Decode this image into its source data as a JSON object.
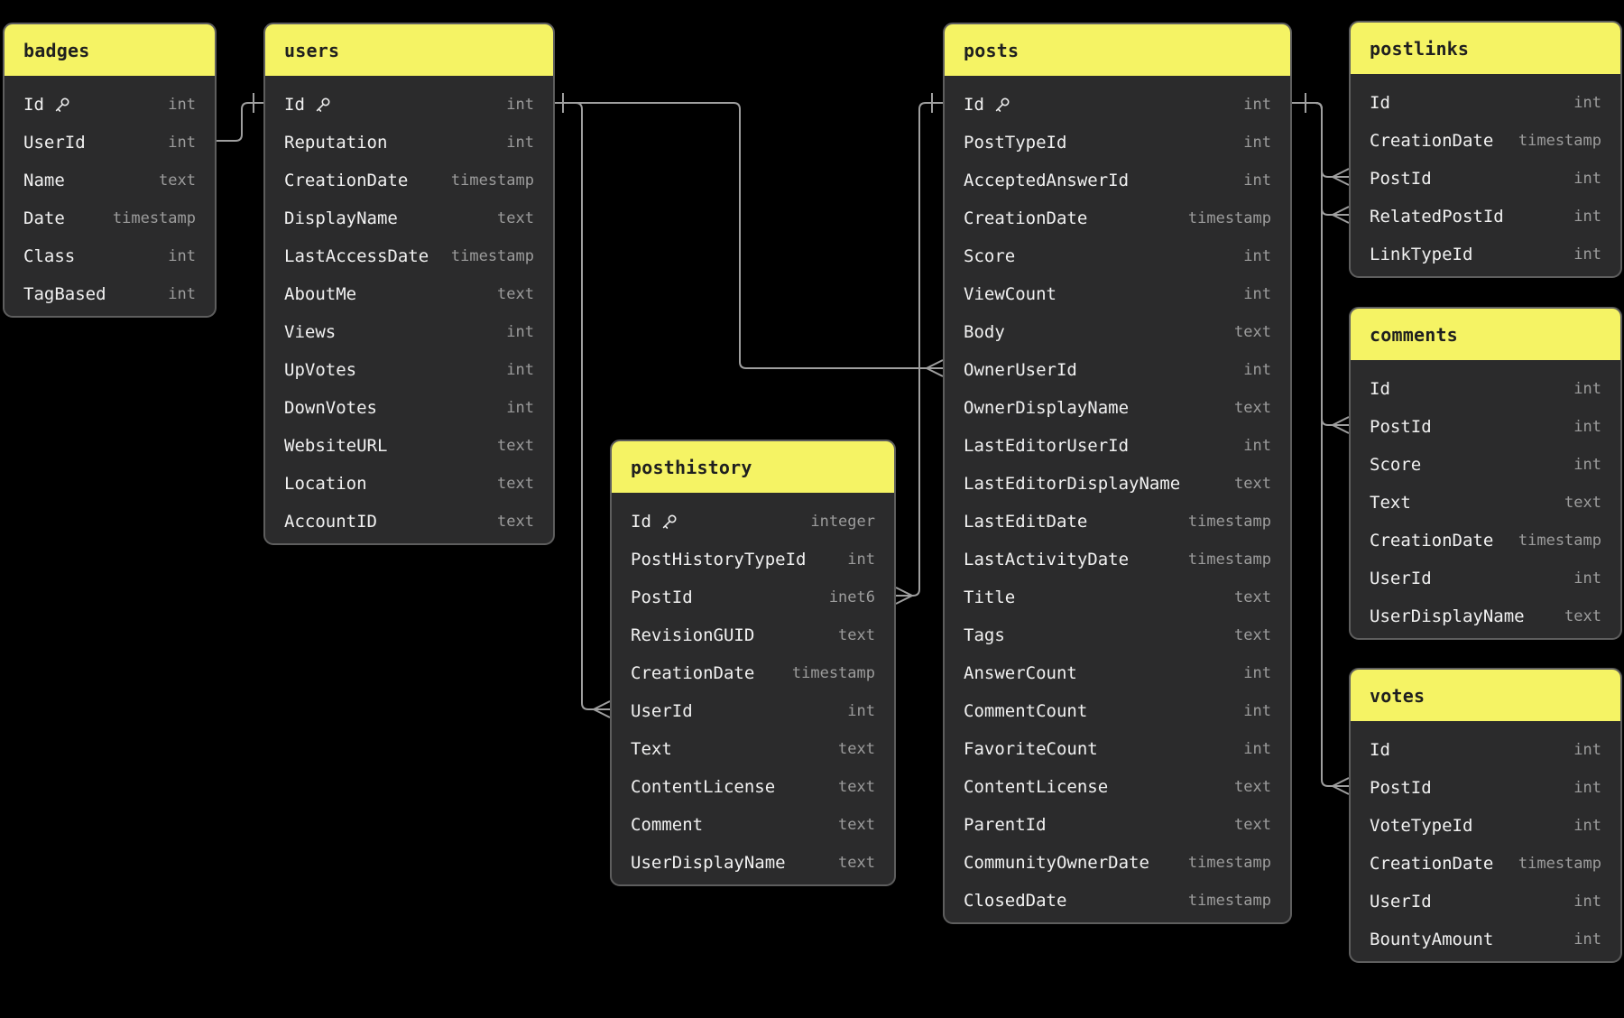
{
  "app": {
    "background": "#000000"
  },
  "colors": {
    "table_header": "#f5f364",
    "table_header_text": "#1f1f1f",
    "table_body": "#2b2b2c",
    "table_border": "#5e5e5e",
    "column_name_text": "#f1f1f1",
    "column_type_text": "#9c9c9c",
    "relationship_line": "#9f9f9f"
  },
  "diagram": {
    "tables": [
      {
        "name": "badges",
        "columns": [
          {
            "name": "Id",
            "type": "int",
            "primary_key": true
          },
          {
            "name": "UserId",
            "type": "int"
          },
          {
            "name": "Name",
            "type": "text"
          },
          {
            "name": "Date",
            "type": "timestamp"
          },
          {
            "name": "Class",
            "type": "int"
          },
          {
            "name": "TagBased",
            "type": "int"
          }
        ]
      },
      {
        "name": "users",
        "columns": [
          {
            "name": "Id",
            "type": "int",
            "primary_key": true
          },
          {
            "name": "Reputation",
            "type": "int"
          },
          {
            "name": "CreationDate",
            "type": "timestamp"
          },
          {
            "name": "DisplayName",
            "type": "text"
          },
          {
            "name": "LastAccessDate",
            "type": "timestamp"
          },
          {
            "name": "AboutMe",
            "type": "text"
          },
          {
            "name": "Views",
            "type": "int"
          },
          {
            "name": "UpVotes",
            "type": "int"
          },
          {
            "name": "DownVotes",
            "type": "int"
          },
          {
            "name": "WebsiteURL",
            "type": "text"
          },
          {
            "name": "Location",
            "type": "text"
          },
          {
            "name": "AccountID",
            "type": "text"
          }
        ]
      },
      {
        "name": "posthistory",
        "columns": [
          {
            "name": "Id",
            "type": "integer",
            "primary_key": true
          },
          {
            "name": "PostHistoryTypeId",
            "type": "int"
          },
          {
            "name": "PostId",
            "type": "inet6"
          },
          {
            "name": "RevisionGUID",
            "type": "text"
          },
          {
            "name": "CreationDate",
            "type": "timestamp"
          },
          {
            "name": "UserId",
            "type": "int"
          },
          {
            "name": "Text",
            "type": "text"
          },
          {
            "name": "ContentLicense",
            "type": "text"
          },
          {
            "name": "Comment",
            "type": "text"
          },
          {
            "name": "UserDisplayName",
            "type": "text"
          }
        ]
      },
      {
        "name": "posts",
        "columns": [
          {
            "name": "Id",
            "type": "int",
            "primary_key": true
          },
          {
            "name": "PostTypeId",
            "type": "int"
          },
          {
            "name": "AcceptedAnswerId",
            "type": "int"
          },
          {
            "name": "CreationDate",
            "type": "timestamp"
          },
          {
            "name": "Score",
            "type": "int"
          },
          {
            "name": "ViewCount",
            "type": "int"
          },
          {
            "name": "Body",
            "type": "text"
          },
          {
            "name": "OwnerUserId",
            "type": "int"
          },
          {
            "name": "OwnerDisplayName",
            "type": "text"
          },
          {
            "name": "LastEditorUserId",
            "type": "int"
          },
          {
            "name": "LastEditorDisplayName",
            "type": "text"
          },
          {
            "name": "LastEditDate",
            "type": "timestamp"
          },
          {
            "name": "LastActivityDate",
            "type": "timestamp"
          },
          {
            "name": "Title",
            "type": "text"
          },
          {
            "name": "Tags",
            "type": "text"
          },
          {
            "name": "AnswerCount",
            "type": "int"
          },
          {
            "name": "CommentCount",
            "type": "int"
          },
          {
            "name": "FavoriteCount",
            "type": "int"
          },
          {
            "name": "ContentLicense",
            "type": "text"
          },
          {
            "name": "ParentId",
            "type": "text"
          },
          {
            "name": "CommunityOwnerDate",
            "type": "timestamp"
          },
          {
            "name": "ClosedDate",
            "type": "timestamp"
          }
        ]
      },
      {
        "name": "postlinks",
        "columns": [
          {
            "name": "Id",
            "type": "int"
          },
          {
            "name": "CreationDate",
            "type": "timestamp"
          },
          {
            "name": "PostId",
            "type": "int"
          },
          {
            "name": "RelatedPostId",
            "type": "int"
          },
          {
            "name": "LinkTypeId",
            "type": "int"
          }
        ]
      },
      {
        "name": "comments",
        "columns": [
          {
            "name": "Id",
            "type": "int"
          },
          {
            "name": "PostId",
            "type": "int"
          },
          {
            "name": "Score",
            "type": "int"
          },
          {
            "name": "Text",
            "type": "text"
          },
          {
            "name": "CreationDate",
            "type": "timestamp"
          },
          {
            "name": "UserId",
            "type": "int"
          },
          {
            "name": "UserDisplayName",
            "type": "text"
          }
        ]
      },
      {
        "name": "votes",
        "columns": [
          {
            "name": "Id",
            "type": "int"
          },
          {
            "name": "PostId",
            "type": "int"
          },
          {
            "name": "VoteTypeId",
            "type": "int"
          },
          {
            "name": "CreationDate",
            "type": "timestamp"
          },
          {
            "name": "UserId",
            "type": "int"
          },
          {
            "name": "BountyAmount",
            "type": "int"
          }
        ]
      }
    ],
    "relationships": [
      {
        "from": "badges.UserId",
        "to": "users.Id",
        "from_marker": "none",
        "to_marker": "one"
      },
      {
        "from": "posthistory.UserId",
        "to": "users.Id",
        "from_marker": "many",
        "to_marker": "one"
      },
      {
        "from": "posts.OwnerUserId",
        "to": "users.Id",
        "from_marker": "many",
        "to_marker": "one"
      },
      {
        "from": "posthistory.PostId",
        "to": "posts.Id",
        "from_marker": "many",
        "to_marker": "one"
      },
      {
        "from": "postlinks.PostId",
        "to": "posts.Id",
        "from_marker": "many",
        "to_marker": "one"
      },
      {
        "from": "postlinks.RelatedPostId",
        "to": "posts.Id",
        "from_marker": "many",
        "to_marker": "one"
      },
      {
        "from": "comments.PostId",
        "to": "posts.Id",
        "from_marker": "many",
        "to_marker": "one"
      },
      {
        "from": "votes.PostId",
        "to": "posts.Id",
        "from_marker": "many",
        "to_marker": "one"
      }
    ]
  }
}
